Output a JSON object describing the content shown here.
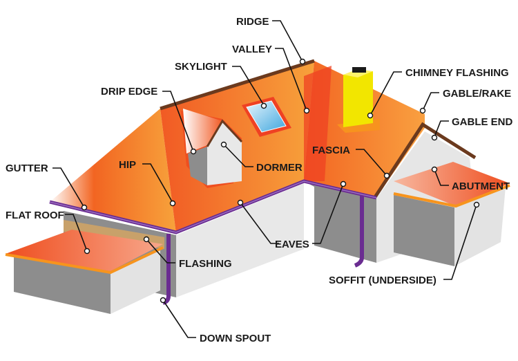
{
  "labels": {
    "ridge": "RIDGE",
    "valley": "VALLEY",
    "skylight": "SKYLIGHT",
    "chimney_flashing": "CHIMNEY FLASHING",
    "drip_edge": "DRIP EDGE",
    "gable_rake": "GABLE/RAKE",
    "gable_end": "GABLE END",
    "gutter": "GUTTER",
    "hip": "HIP",
    "dormer": "DORMER",
    "fascia": "FASCIA",
    "abutment": "ABUTMENT",
    "flat_roof": "FLAT ROOF",
    "flashing": "FLASHING",
    "eaves": "EAVES",
    "soffit": "SOFFIT (UNDERSIDE)",
    "down_spout": "DOWN SPOUT"
  },
  "colors": {
    "roof_orange": "#f26522",
    "roof_light": "#f7a23b",
    "ridge_brown": "#6b3a1e",
    "gutter_purple": "#6a2c91",
    "wall_light": "#e6e6e6",
    "wall_dark": "#8c8c8c",
    "chimney_yellow": "#f2e600",
    "skylight_blue": "#5ab4e5",
    "flat_roof_edge": "#f7941d"
  }
}
